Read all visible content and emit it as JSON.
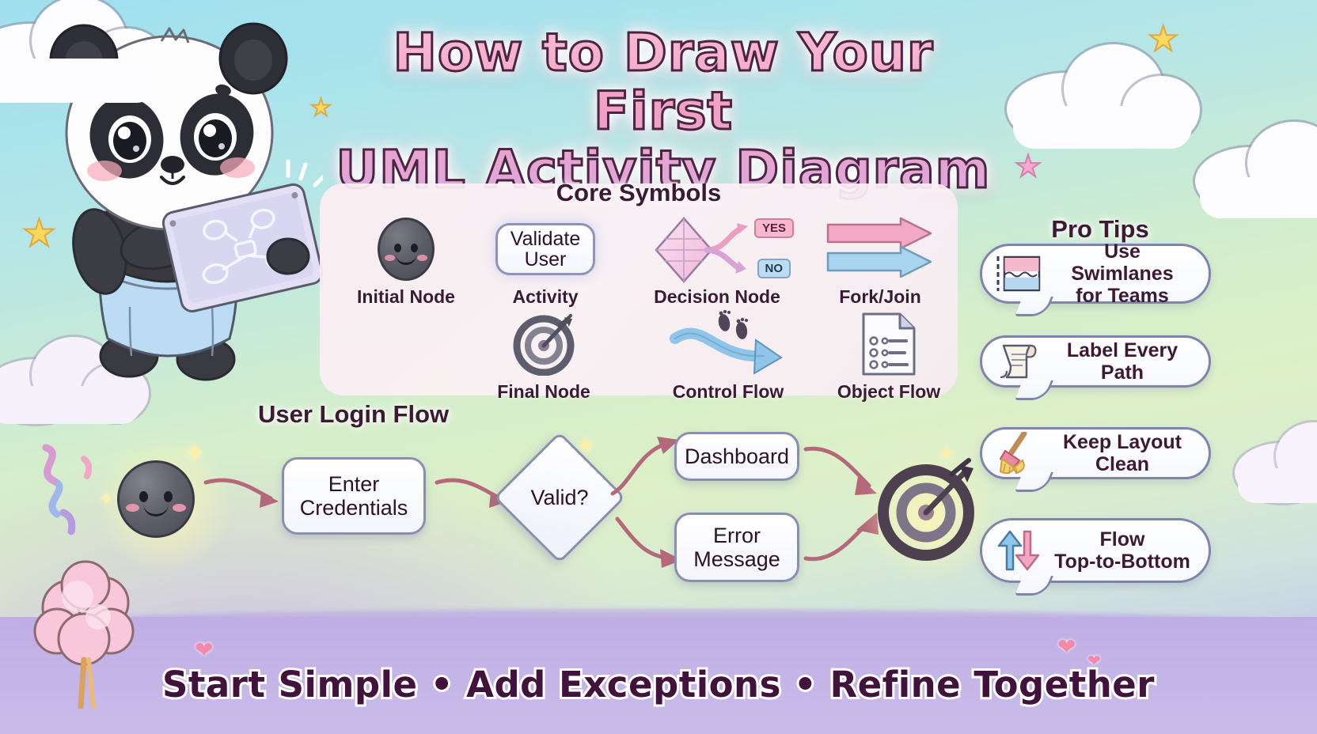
{
  "title": {
    "line1": "How to Draw Your First",
    "line2": "UML Activity Diagram"
  },
  "core_symbols": {
    "heading": "Core Symbols",
    "items": [
      {
        "label": "Initial Node",
        "icon": "filled-circle-smiley-icon"
      },
      {
        "label": "Activity",
        "icon": "rounded-rectangle-icon",
        "box_line1": "Validate",
        "box_line2": "User"
      },
      {
        "label": "Decision Node",
        "icon": "diamond-icon",
        "branch_yes": "YES",
        "branch_no": "NO"
      },
      {
        "label": "Fork/Join",
        "icon": "fork-join-arrows-icon"
      },
      {
        "label": "Final Node",
        "icon": "target-bullseye-icon"
      },
      {
        "label": "Control Flow",
        "icon": "curved-arrow-footprints-icon"
      },
      {
        "label": "Object Flow",
        "icon": "document-list-icon"
      }
    ]
  },
  "login_flow": {
    "heading": "User Login Flow",
    "start_node": "initial-node-icon",
    "end_node": "final-node-target-icon",
    "nodes": [
      {
        "id": "enter-credentials",
        "line1": "Enter",
        "line2": "Credentials",
        "shape": "activity"
      },
      {
        "id": "valid",
        "text": "Valid?",
        "shape": "decision"
      },
      {
        "id": "dashboard",
        "text": "Dashboard",
        "shape": "activity"
      },
      {
        "id": "error-message",
        "line1": "Error",
        "line2": "Message",
        "shape": "activity"
      }
    ]
  },
  "pro_tips": {
    "heading": "Pro Tips",
    "tips": [
      {
        "line1": "Use Swimlanes",
        "line2": "for Teams",
        "icon": "swimlane-chart-icon"
      },
      {
        "line1": "Label Every Path",
        "line2": "",
        "icon": "scroll-document-icon"
      },
      {
        "line1": "Keep Layout Clean",
        "line2": "",
        "icon": "broom-icon"
      },
      {
        "line1": "Flow",
        "line2": "Top-to-Bottom",
        "icon": "up-down-arrows-icon"
      }
    ]
  },
  "footer": {
    "text": "Start Simple • Add Exceptions • Refine Together"
  },
  "mascot": {
    "name": "panda-with-tablet-illustration"
  },
  "colors": {
    "title_pink": "#f2a0c4",
    "title_outline": "#4a2442",
    "heading_plum": "#3d1a33",
    "panel_bg": "#fbeef3",
    "bottom_band": "#c3b3e7",
    "yes_chip": "#f7b8cd",
    "no_chip": "#bcdcf2",
    "arrow": "#b5687a",
    "sky_top": "#9fe0ee",
    "sky_mid": "#d6eecb"
  }
}
